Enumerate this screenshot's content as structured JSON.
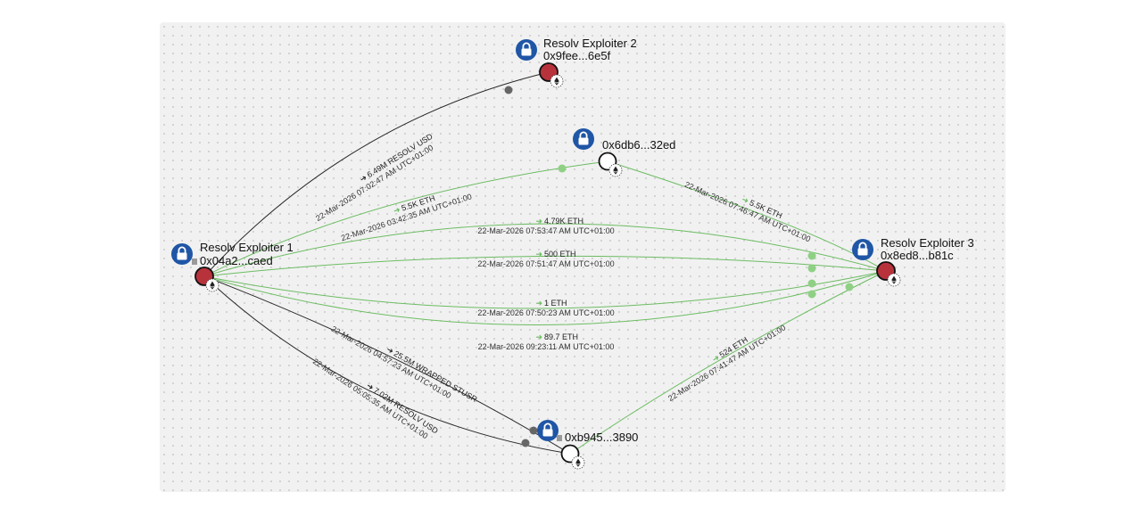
{
  "colors": {
    "eth_edge": "#6cbc62",
    "token_edge": "#2a2a2a",
    "exploiter_fill": "#b8323c",
    "lock_badge": "#1f56a6"
  },
  "nodes": [
    {
      "id": "e1",
      "label": "Resolv Exploiter 1",
      "address": "0x04a2...caed",
      "kind": "exploiter"
    },
    {
      "id": "e2",
      "label": "Resolv Exploiter 2",
      "address": "0x9fee...6e5f",
      "kind": "exploiter"
    },
    {
      "id": "e3",
      "label": "Resolv Exploiter 3",
      "address": "0x8ed8...b81c",
      "kind": "exploiter"
    },
    {
      "id": "w1",
      "label": "",
      "address": "0x6db6...32ed",
      "kind": "wallet"
    },
    {
      "id": "w2",
      "label": "",
      "address": "0xb945...3890",
      "kind": "wallet"
    }
  ],
  "edges": [
    {
      "id": "e1-e2",
      "amount": "6.49M RESOLV USD",
      "date": "22-Mar-2026 07:02:47 AM UTC+01:00",
      "type": "token"
    },
    {
      "id": "e1-w1",
      "amount": "5.5K ETH",
      "date": "22-Mar-2026 03:42:35 AM UTC+01:00",
      "type": "eth"
    },
    {
      "id": "w1-e3",
      "amount": "5.5K ETH",
      "date": "22-Mar-2026 07:46:47 AM UTC+01:00",
      "type": "eth"
    },
    {
      "id": "e1-e3-a",
      "amount": "4.79K ETH",
      "date": "22-Mar-2026 07:53:47 AM UTC+01:00",
      "type": "eth"
    },
    {
      "id": "e1-e3-b",
      "amount": "500 ETH",
      "date": "22-Mar-2026 07:51:47 AM UTC+01:00",
      "type": "eth"
    },
    {
      "id": "e1-e3-c",
      "amount": "1 ETH",
      "date": "22-Mar-2026 07:50:23 AM UTC+01:00",
      "type": "eth"
    },
    {
      "id": "e1-e3-d",
      "amount": "89.7 ETH",
      "date": "22-Mar-2026 09:23:11 AM UTC+01:00",
      "type": "eth"
    },
    {
      "id": "e1-w2-a",
      "amount": "25.5M WRAPPED STUSR",
      "date": "22-Mar-2026 04:57:23 AM UTC+01:00",
      "type": "token"
    },
    {
      "id": "e1-w2-b",
      "amount": "7.02M RESOLV USD",
      "date": "22-Mar-2026 05:05:35 AM UTC+01:00",
      "type": "token"
    },
    {
      "id": "w2-e3",
      "amount": "524 ETH",
      "date": "22-Mar-2026 07:41:47 AM UTC+01:00",
      "type": "eth"
    }
  ]
}
